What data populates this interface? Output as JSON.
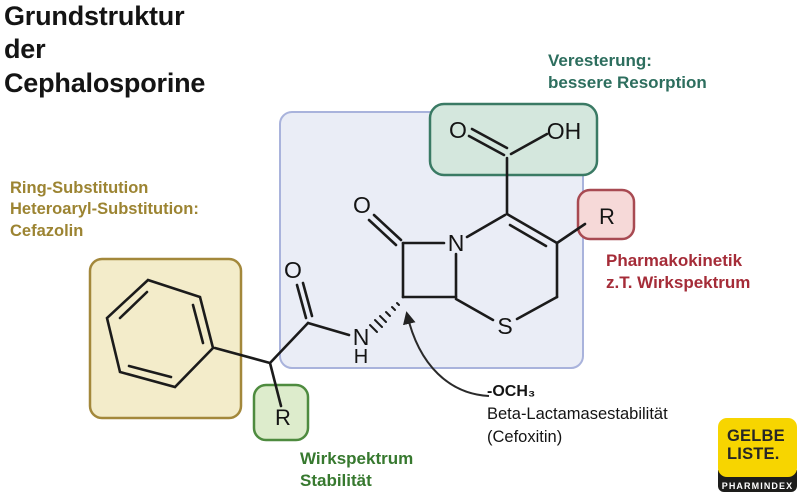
{
  "title": "Grundstruktur\nder\nCephalosporine",
  "annotations": {
    "veresterung": "Veresterung:\nbessere Resorption",
    "ring_substitution": "Ring-Substitution\nHeteroaryl-Substitution:\nCefazolin",
    "pharmakokinetik": "Pharmakokinetik\nz.T. Wirkspektrum",
    "wirkspektrum": "Wirkspektrum\nStabilität",
    "och3_label": "-OCH₃",
    "och3_line2": "Beta-Lactamasestabilität",
    "och3_line3": "(Cefoxitin)"
  },
  "molecule": {
    "atom_o_lactam": "O",
    "atom_o_amide": "O",
    "atom_o_cooh": "O",
    "atom_oh_cooh": "OH",
    "atom_n_ring": "N",
    "atom_n_amide": "N",
    "atom_h_amide": "H",
    "atom_s": "S",
    "r_right": "R",
    "r_bottom": "R"
  },
  "colors": {
    "teal_text": "#2d6e5e",
    "olive_text": "#9c8432",
    "red_text": "#a52c38",
    "green_text": "#37792f",
    "blue_box_fill": "#eaedf6",
    "blue_box_stroke": "#a9b3dc",
    "cooh_box_fill": "#d4e7dd",
    "cooh_box_stroke": "#3a7a64",
    "red_box_fill": "#f6d9d8",
    "red_box_stroke": "#a84a52",
    "yellow_box_fill": "#f3ecca",
    "yellow_box_stroke": "#a3883b",
    "green_box_fill": "#ddeccc",
    "green_box_stroke": "#4e8b3f",
    "logo_yellow": "#f7d500"
  },
  "logo": {
    "line1": "GELBE",
    "line2": "LISTE.",
    "subtitle": "PHARMINDEX"
  }
}
